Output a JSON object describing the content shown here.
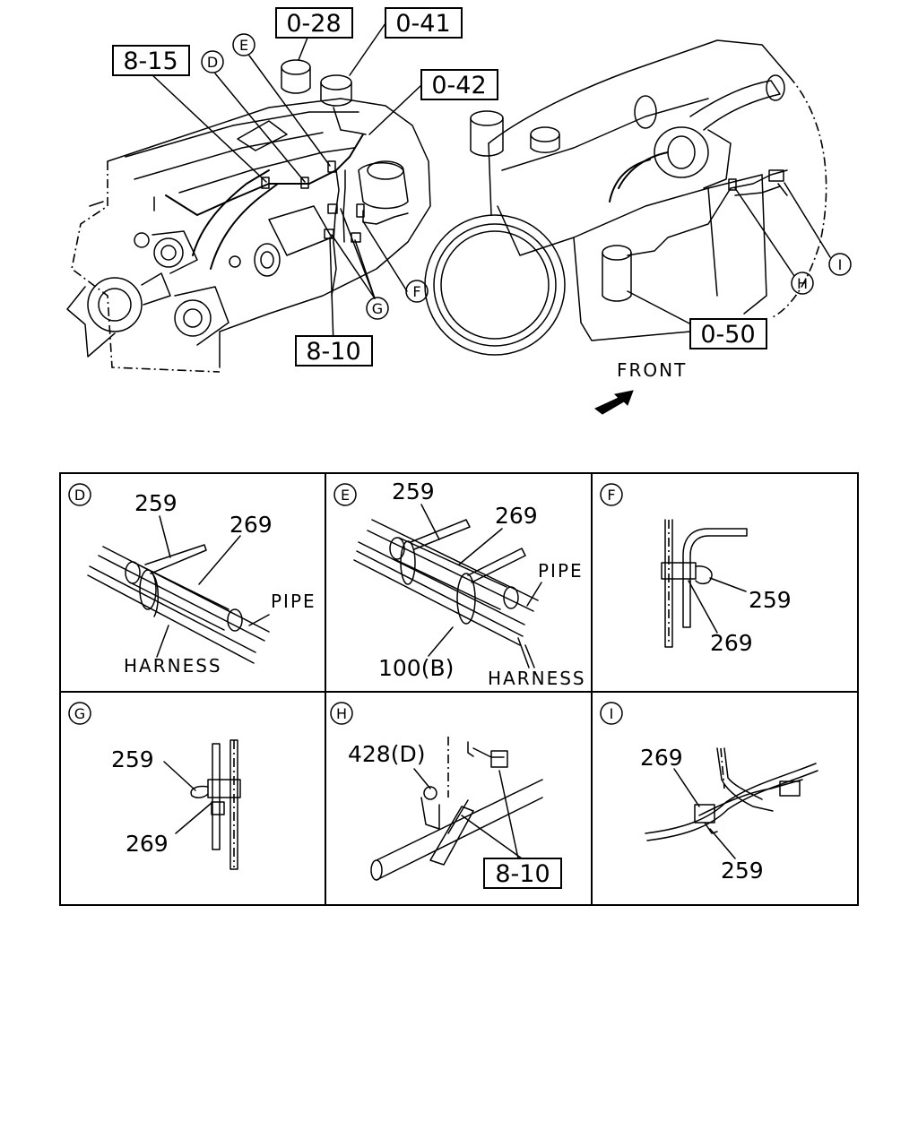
{
  "overview": {
    "refs": {
      "r_0_28": "0-28",
      "r_0_41": "0-41",
      "r_0_42": "0-42",
      "r_8_15": "8-15",
      "r_8_10": "8-10",
      "r_0_50": "0-50"
    },
    "callouts": {
      "D": "D",
      "E": "E",
      "F": "F",
      "G": "G",
      "H": "H",
      "I": "I"
    },
    "front_label": "FRONT"
  },
  "details": {
    "D": {
      "letter": "D",
      "part_259": "259",
      "part_269": "269",
      "pipe": "PIPE",
      "harness": "HARNESS"
    },
    "E": {
      "letter": "E",
      "part_259": "259",
      "part_269": "269",
      "pipe": "PIPE",
      "part_100b": "100(B)",
      "harness": "HARNESS"
    },
    "F": {
      "letter": "F",
      "part_259": "259",
      "part_269": "269"
    },
    "G": {
      "letter": "G",
      "part_259": "259",
      "part_269": "269"
    },
    "H": {
      "letter": "H",
      "part_428d": "428(D)",
      "ref_8_10": "8-10"
    },
    "I": {
      "letter": "I",
      "part_269": "269",
      "part_259": "259"
    }
  }
}
